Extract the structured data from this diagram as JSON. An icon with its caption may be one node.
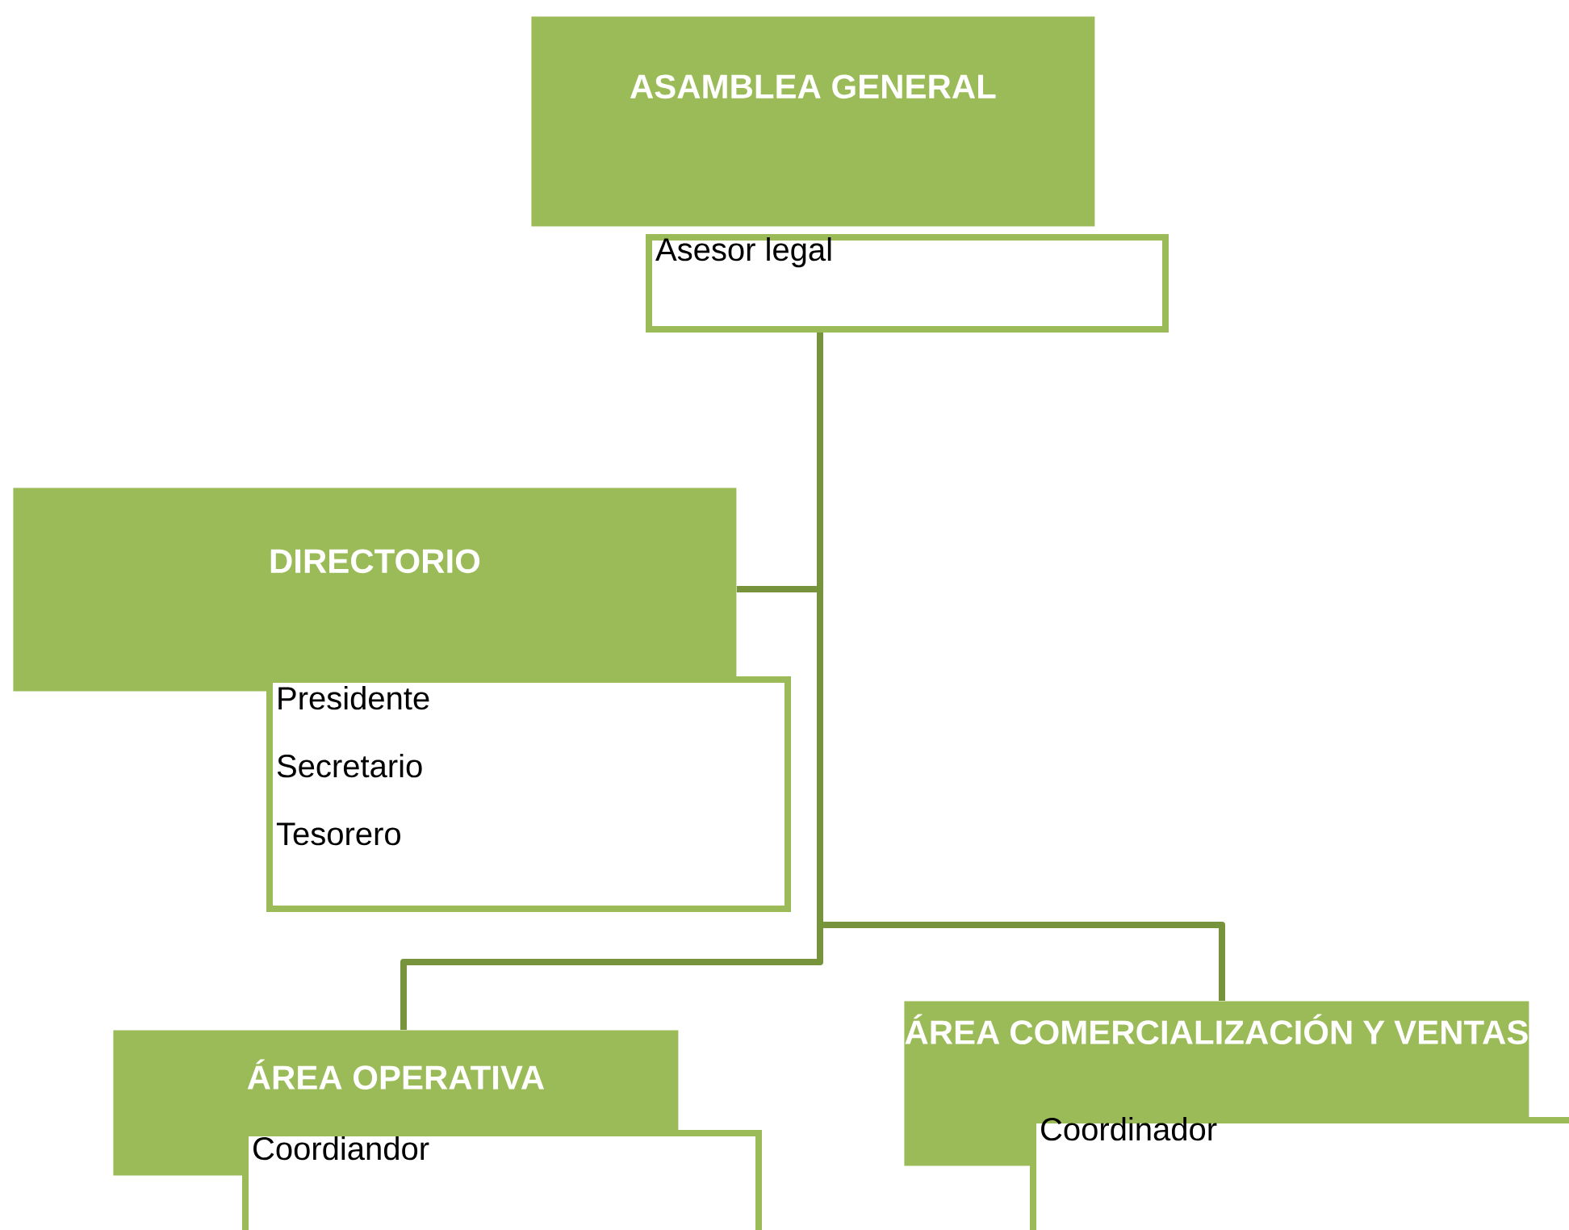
{
  "diagram": {
    "nodes": [
      {
        "text": [
          "ASAMBLEA GENERAL"
        ]
      },
      {
        "text": [
          "Asesor legal"
        ]
      },
      {
        "text": [
          "DIRECTORIO"
        ]
      },
      {
        "text": [
          "Presidente",
          "Secretario",
          "Tesorero"
        ]
      },
      {
        "text": [
          "ÁREA OPERATIVA"
        ]
      },
      {
        "text": [
          "Coordiandor"
        ]
      },
      {
        "text": [
          "ÁREA COMERCIALIZACIÓN Y VENTAS"
        ]
      },
      {
        "text": [
          "Coordinador"
        ]
      }
    ],
    "edges": [
      {
        "from": 1,
        "to": 2,
        "arrow": "none"
      },
      {
        "from": 1,
        "to": 4,
        "arrow": "none"
      },
      {
        "from": 1,
        "to": 6,
        "arrow": "none"
      }
    ]
  }
}
